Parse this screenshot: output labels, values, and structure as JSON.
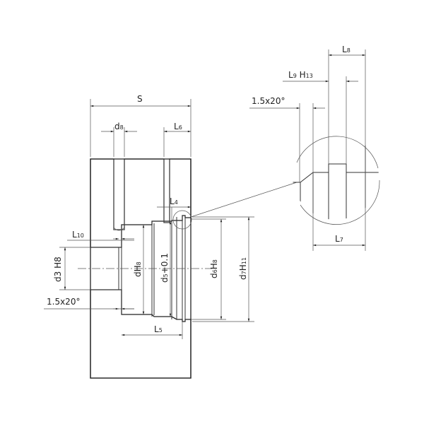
{
  "drawing": {
    "title": "Groove cavity section drawing",
    "labels": {
      "S": {
        "main": "S"
      },
      "d8": {
        "main": "d",
        "sub": "8"
      },
      "L6": {
        "main": "L",
        "sub": "6"
      },
      "L4": {
        "main": "L",
        "sub": "4"
      },
      "L10": {
        "main": "L",
        "sub": "10"
      },
      "d3": {
        "main": "d3 H8"
      },
      "chamfer_main": {
        "main": "1.5x20°"
      },
      "dH8": {
        "main": "dH",
        "sub": "8"
      },
      "d5": {
        "main": "d",
        "sub": "5",
        "tail": "+0.1"
      },
      "d6": {
        "main": "d",
        "sub": "6",
        "mid": "H",
        "sub2": "8"
      },
      "d7": {
        "main": "d",
        "sub": "7",
        "mid": "H",
        "sub2": "11"
      },
      "L5": {
        "main": "L",
        "sub": "5"
      },
      "L8": {
        "main": "L",
        "sub": "8"
      },
      "L9": {
        "main": "L",
        "sub": "9",
        "mid": " H",
        "sub2": "13"
      },
      "chamfer_detail": {
        "main": "1.5x20°"
      },
      "L7": {
        "main": "L",
        "sub": "7"
      }
    }
  }
}
